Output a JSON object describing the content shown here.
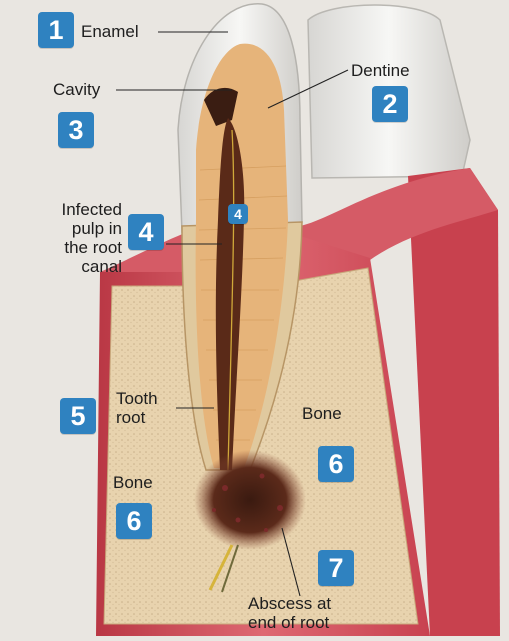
{
  "labels": {
    "enamel": "Enamel",
    "dentine": "Dentine",
    "cavity": "Cavity",
    "infected_pulp": [
      "Infected",
      "pulp in",
      "the root",
      "canal"
    ],
    "tooth_root": [
      "Tooth",
      "root"
    ],
    "bone_right": "Bone",
    "bone_left": "Bone",
    "abscess": [
      "Abscess at",
      "end of root"
    ]
  },
  "badges": {
    "enamel": "1",
    "dentine": "2",
    "cavity": "3",
    "infected_pulp": "4",
    "pulp_canal": "4",
    "tooth_root": "5",
    "bone_right": "6",
    "bone_left": "6",
    "abscess": "7"
  },
  "colors": {
    "badge": "#2f82c0",
    "gum": "#d95762",
    "bone": "#e8d3ae",
    "dentine": "#e6b47a",
    "enamel": "#ecebe8",
    "pulp": "#5a2a18"
  }
}
